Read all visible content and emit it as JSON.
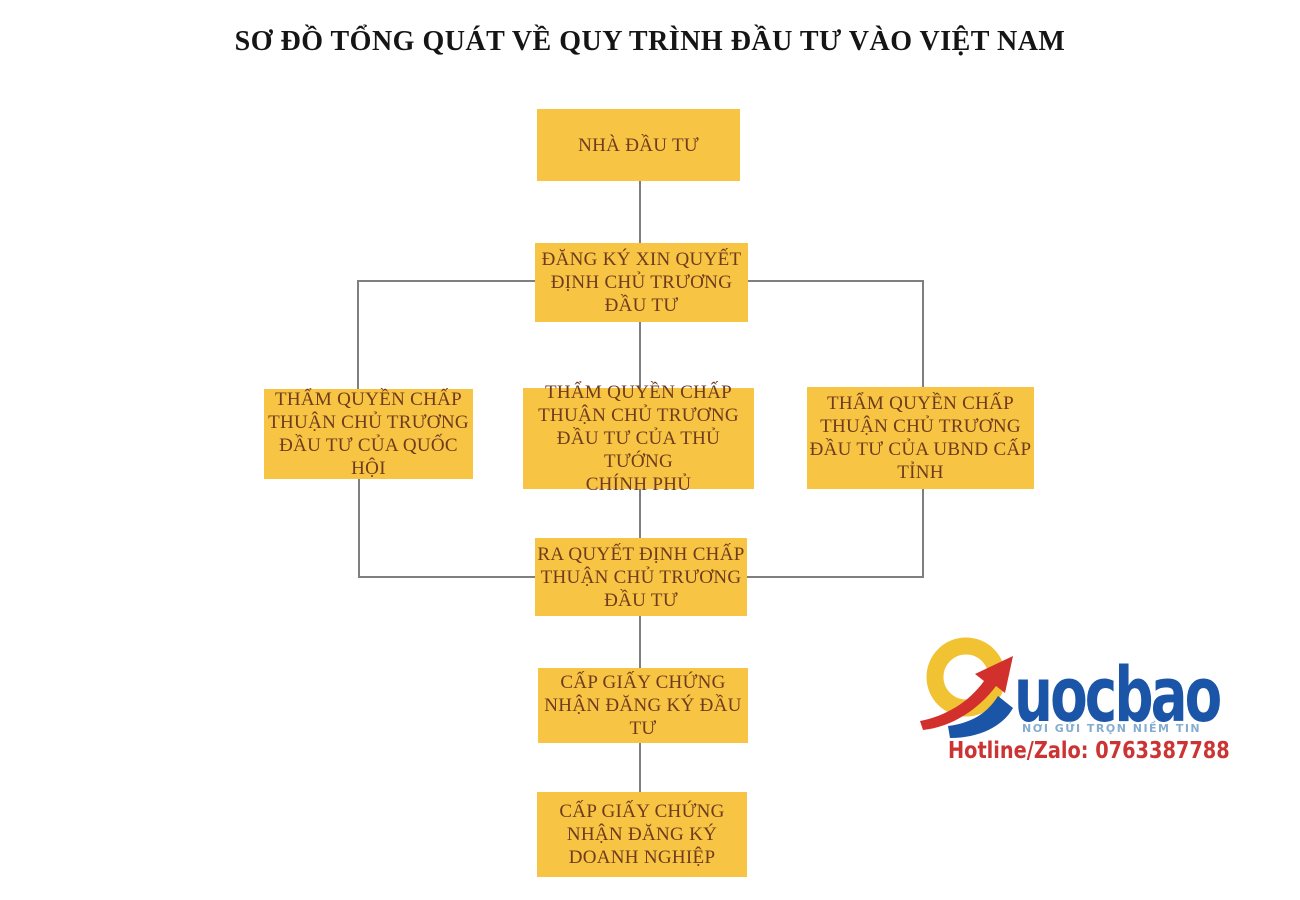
{
  "title": "SƠ ĐỒ TỔNG QUÁT VỀ QUY TRÌNH ĐẦU TƯ VÀO VIỆT NAM",
  "colors": {
    "node_fill": "#F7C443",
    "node_text": "#6E3B1F",
    "connector_gray": "#7F7F7F",
    "title_text": "#151515",
    "logo_blue": "#1A55A7",
    "logo_red": "#D2302C",
    "logo_yellow": "#F1C232",
    "tagline_blue": "#84ADCF",
    "hotline_red": "#CC3333"
  },
  "nodes": [
    {
      "id": "nha-dau-tu",
      "label": "NHÀ ĐẦU TƯ",
      "lines": [
        "NHÀ ĐẦU TƯ"
      ]
    },
    {
      "id": "dang-ky-xin-quyet-dinh",
      "label": "ĐĂNG KÝ XIN QUYẾT ĐỊNH CHỦ TRƯƠNG ĐẦU TƯ",
      "lines": [
        "ĐĂNG KÝ XIN QUYẾT",
        "ĐỊNH CHỦ TRƯƠNG",
        "ĐẦU TƯ"
      ]
    },
    {
      "id": "tham-quyen-quoc-hoi",
      "label": "THẨM QUYỀN CHẤP THUẬN CHỦ TRƯƠNG ĐẦU TƯ CỦA QUỐC HỘI",
      "lines": [
        "THẨM QUYỀN CHẤP",
        "THUẬN CHỦ TRƯƠNG",
        "ĐẦU TƯ CỦA QUỐC HỘI"
      ]
    },
    {
      "id": "tham-quyen-thu-tuong",
      "label": "THẨM QUYỀN CHẤP THUẬN CHỦ TRƯƠNG ĐẦU TƯ CỦA THỦ TƯỚNG CHÍNH PHỦ",
      "lines": [
        "THẨM QUYỀN CHẤP",
        "THUẬN CHỦ TRƯƠNG",
        "ĐẦU TƯ CỦA THỦ TƯỚNG",
        "CHÍNH PHỦ"
      ]
    },
    {
      "id": "tham-quyen-ubnd",
      "label": "THẨM QUYỀN CHẤP THUẬN CHỦ TRƯƠNG ĐẦU TƯ CỦA UBND CẤP TỈNH",
      "lines": [
        "THẨM QUYỀN CHẤP",
        "THUẬN CHỦ TRƯƠNG",
        "ĐẦU TƯ CỦA UBND CẤP",
        "TỈNH"
      ]
    },
    {
      "id": "ra-quyet-dinh",
      "label": "RA QUYẾT ĐỊNH CHẤP THUẬN CHỦ TRƯƠNG ĐẦU TƯ",
      "lines": [
        "RA QUYẾT ĐỊNH CHẤP",
        "THUẬN CHỦ TRƯƠNG",
        "ĐẦU TƯ"
      ]
    },
    {
      "id": "cap-gcn-dang-ky-dau-tu",
      "label": "CẤP GIẤY CHỨNG NHẬN ĐĂNG KÝ ĐẦU TƯ",
      "lines": [
        "CẤP GIẤY CHỨNG",
        "NHẬN ĐĂNG KÝ ĐẦU",
        "TƯ"
      ]
    },
    {
      "id": "cap-gcn-dang-ky-doanh-nghiep",
      "label": "CẤP GIẤY CHỨNG NHẬN ĐĂNG KÝ DOANH NGHIỆP",
      "lines": [
        "CẤP GIẤY CHỨNG",
        "NHẬN ĐĂNG KÝ",
        "DOANH NGHIỆP"
      ]
    }
  ],
  "logo": {
    "wordmark": "uocbao",
    "tagline": "NƠI GỬI TRỌN NIỀM TIN",
    "hotline": "Hotline/Zalo: 0763387788"
  }
}
